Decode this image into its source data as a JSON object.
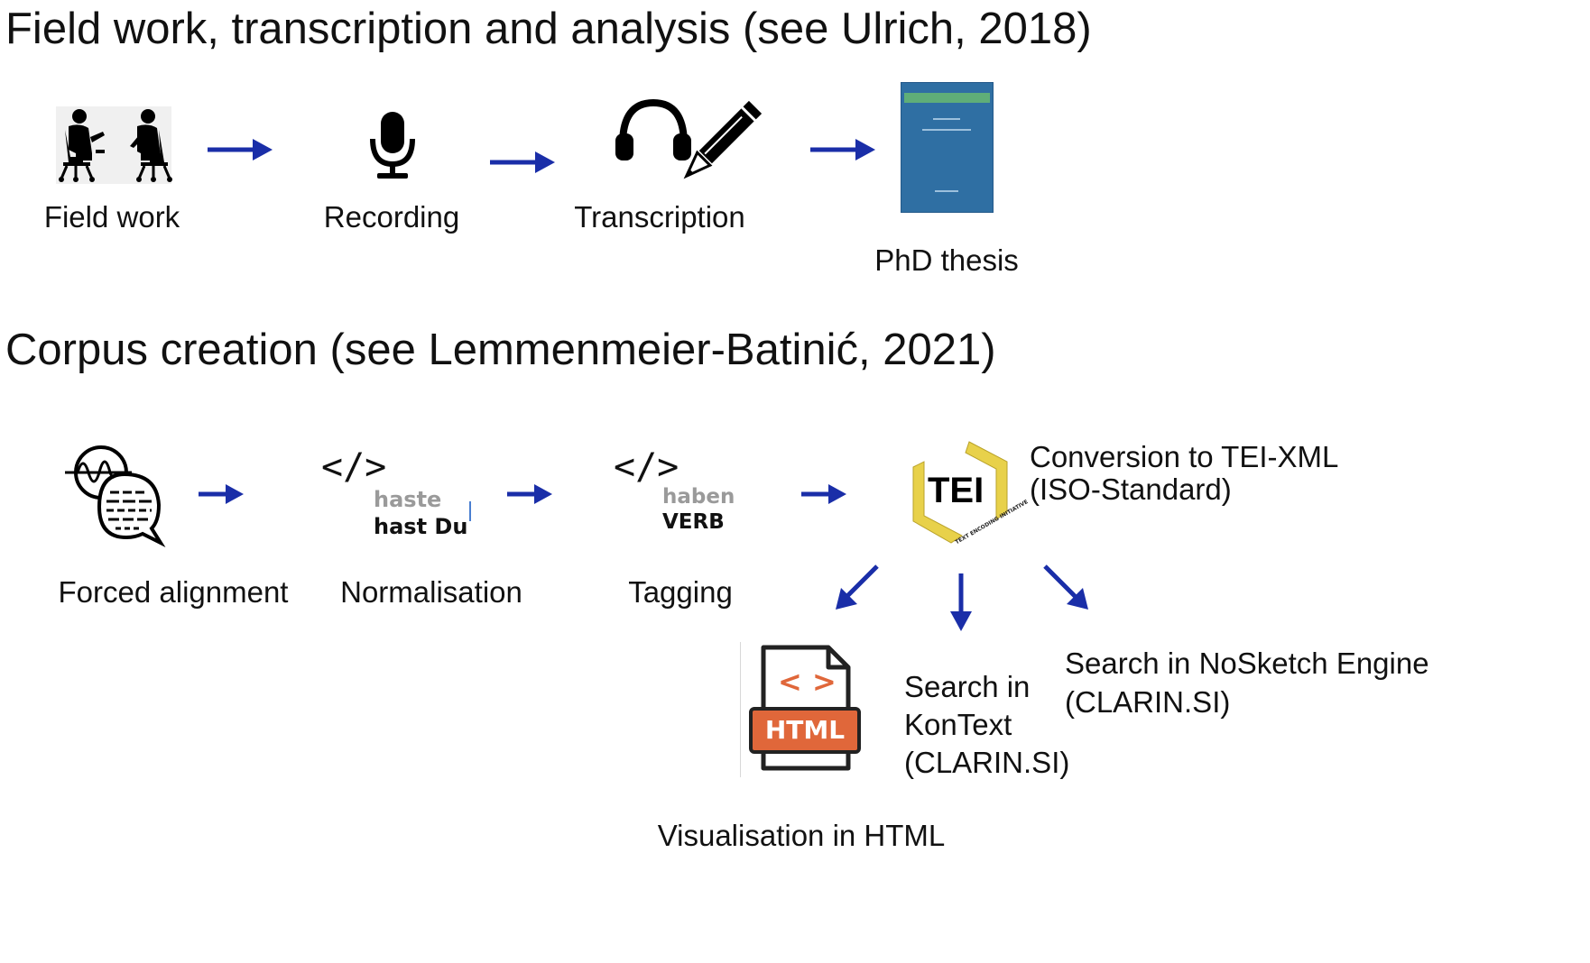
{
  "section1": {
    "title": "Field work, transcription and analysis (see Ulrich, 2018)",
    "steps": [
      "Field work",
      "Recording",
      "Transcription",
      "PhD thesis"
    ]
  },
  "section2": {
    "title": "Corpus creation (see Lemmenmeier-Batinić, 2021)",
    "steps": [
      "Forced alignment",
      "Normalisation",
      "Tagging"
    ],
    "normalisation_icon": {
      "code": "</>",
      "word_top": "haste",
      "word_bottom": "hast Du"
    },
    "tagging_icon": {
      "code": "</>",
      "word_top": "haben",
      "word_bottom": "VERB"
    },
    "tei": {
      "logo_text": "TEI",
      "logo_caption": "TEXT ENCODING INITIATIVE",
      "label_line1": "Conversion to TEI-XML",
      "label_line2": "(ISO-Standard)"
    },
    "outputs": {
      "html": {
        "badge": "HTML",
        "code": "< >",
        "label": "Visualisation in HTML"
      },
      "kontext": {
        "line1": "Search in",
        "line2": "KonText",
        "line3": "(CLARIN.SI)"
      },
      "nosketch": {
        "line1": "Search in NoSketch Engine",
        "line2": "(CLARIN.SI)"
      }
    }
  },
  "colors": {
    "arrow": "#1a2ea8",
    "tei_yellow": "#e8d14a",
    "html_orange": "#e0673a",
    "book_blue": "#2f6fa3"
  }
}
